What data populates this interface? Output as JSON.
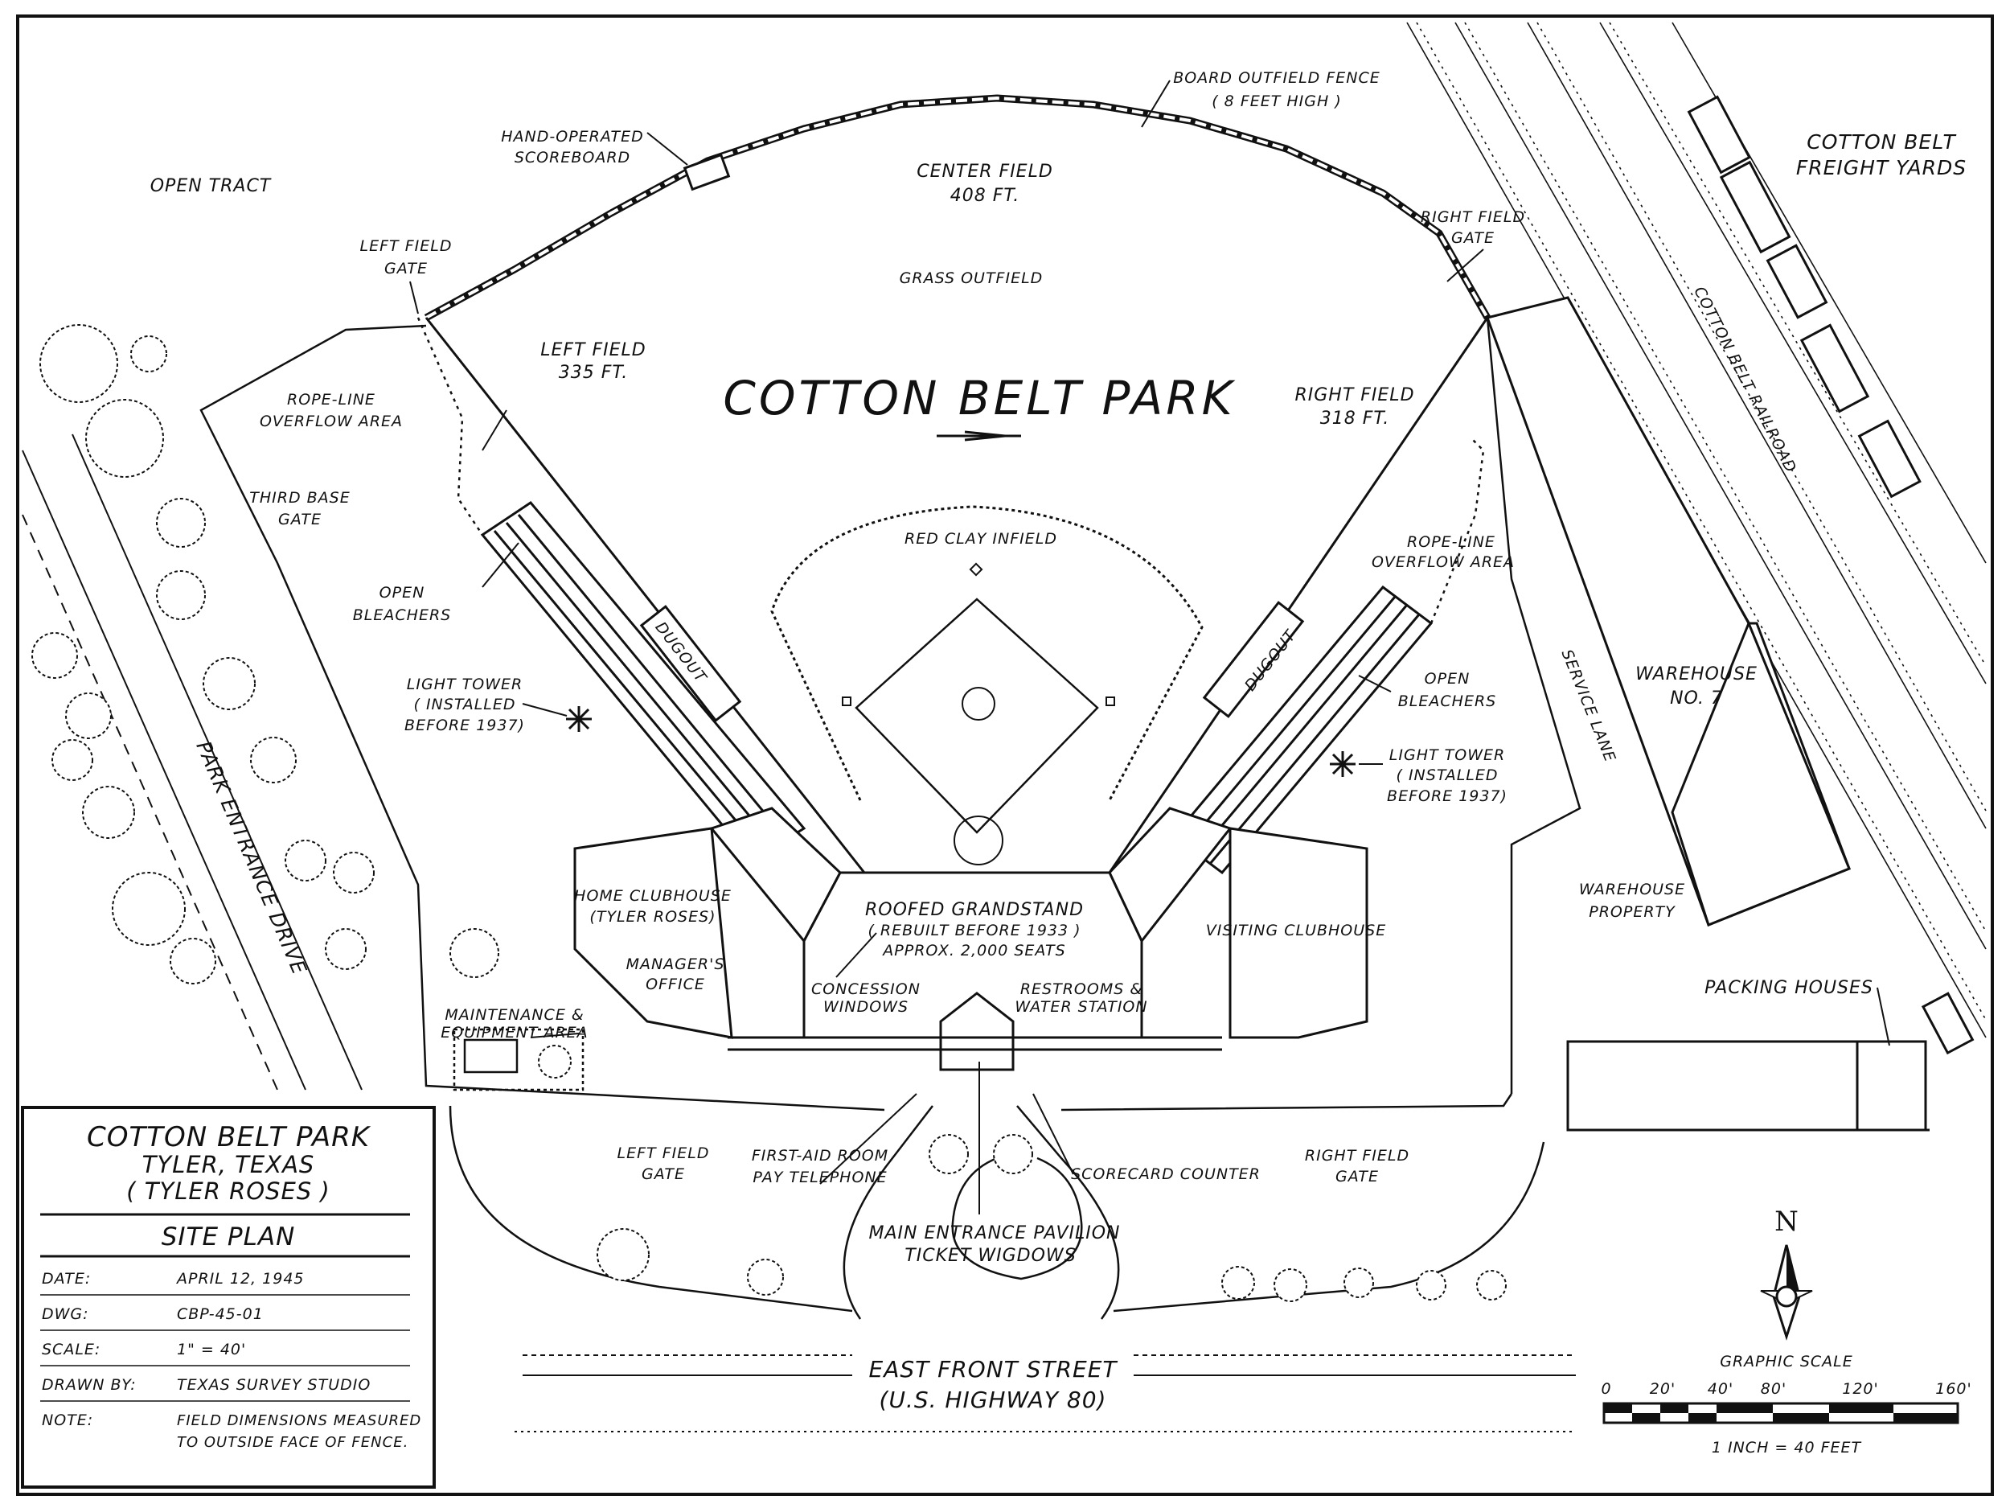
{
  "title": "COTTON BELT PARK",
  "labels": {
    "open_tract": "OPEN TRACT",
    "scoreboard_1": "HAND-OPERATED",
    "scoreboard_2": "SCOREBOARD",
    "fence_1": "BOARD OUTFIELD FENCE",
    "fence_2": "( 8 FEET HIGH )",
    "center_field_1": "CENTER FIELD",
    "center_field_2": "408 FT.",
    "grass_outfield": "GRASS OUTFIELD",
    "left_field_gate_top_1": "LEFT FIELD",
    "left_field_gate_top_2": "GATE",
    "right_field_gate_top_1": "RIGHT FIELD",
    "right_field_gate_top_2": "GATE",
    "freight_1": "COTTON BELT",
    "freight_2": "FREIGHT YARDS",
    "railroad": "COTTON BELT RAILROAD",
    "left_field_1": "LEFT FIELD",
    "left_field_2": "335 FT.",
    "right_field_1": "RIGHT FIELD",
    "right_field_2": "318 FT.",
    "rope_left_1": "ROPE-LINE",
    "rope_left_2": "OVERFLOW AREA",
    "rope_right_1": "ROPE-LINE",
    "rope_right_2": "OVERFLOW AREA",
    "third_gate_1": "THIRD BASE",
    "third_gate_2": "GATE",
    "infield": "RED CLAY INFIELD",
    "bleachers_left_1": "OPEN",
    "bleachers_left_2": "BLEACHERS",
    "bleachers_right_1": "OPEN",
    "bleachers_right_2": "BLEACHERS",
    "dugout": "DUGOUT",
    "light_left_1": "LIGHT TOWER",
    "light_left_2": "( INSTALLED",
    "light_left_3": "BEFORE 1937)",
    "light_right_1": "LIGHT TOWER",
    "light_right_2": "( INSTALLED",
    "light_right_3": "BEFORE 1937)",
    "service_lane": "SERVICE LANE",
    "warehouse_1": "WAREHOUSE",
    "warehouse_2": "NO. 7",
    "warehouse_property_1": "WAREHOUSE",
    "warehouse_property_2": "PROPERTY",
    "packing": "PACKING HOUSES",
    "home_club_1": "HOME CLUBHOUSE",
    "home_club_2": "(TYLER ROSES)",
    "manager_1": "MANAGER'S",
    "manager_2": "OFFICE",
    "grandstand_1": "ROOFED GRANDSTAND",
    "grandstand_2": "( REBUILT BEFORE 1933 )",
    "grandstand_3": "APPROX. 2,000 SEATS",
    "concession_1": "CONCESSION",
    "concession_2": "WINDOWS",
    "restrooms_1": "RESTROOMS &",
    "restrooms_2": "WATER STATION",
    "visiting_club": "VISITING CLUBHOUSE",
    "maintenance_1": "MAINTENANCE &",
    "maintenance_2": "EQUIPMENT AREA",
    "park_drive": "PARK ENTRANCE DRIVE",
    "left_field_gate_bottom_1": "LEFT FIELD",
    "left_field_gate_bottom_2": "GATE",
    "first_aid_1": "FIRST-AID ROOM",
    "first_aid_2": "PAY TELEPHONE",
    "scorecard": "SCORECARD COUNTER",
    "right_field_gate_bottom_1": "RIGHT FIELD",
    "right_field_gate_bottom_2": "GATE",
    "pavilion_1": "MAIN ENTRANCE PAVILION",
    "pavilion_2": "TICKET WIGDOWS",
    "street_1": "EAST FRONT STREET",
    "street_2": "(U.S. HIGHWAY 80)",
    "north": "N",
    "graphic_scale": "GRAPHIC SCALE",
    "scale_ticks": [
      "0",
      "20'",
      "40'",
      "80'",
      "120'",
      "160'"
    ],
    "scale_note": "1 INCH = 40 FEET"
  },
  "title_block": {
    "name": "COTTON BELT PARK",
    "city": "TYLER, TEXAS",
    "team": "( TYLER ROSES )",
    "sheet": "SITE PLAN",
    "rows": [
      {
        "key": "DATE:",
        "value": "APRIL 12, 1945"
      },
      {
        "key": "DWG:",
        "value": "CBP-45-01"
      },
      {
        "key": "SCALE:",
        "value": "1\" = 40'"
      },
      {
        "key": "DRAWN BY:",
        "value": "TEXAS SURVEY STUDIO"
      }
    ],
    "note_key": "NOTE:",
    "note_1": "FIELD DIMENSIONS MEASURED",
    "note_2": "TO OUTSIDE FACE OF FENCE."
  }
}
